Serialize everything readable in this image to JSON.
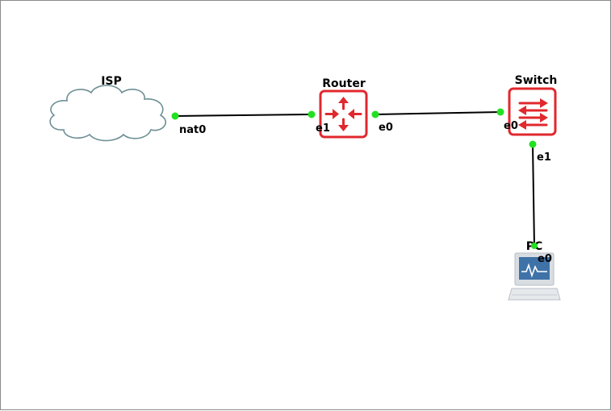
{
  "colors": {
    "link": "#000000",
    "port_dot": "#22e022",
    "cloud_stroke": "#6d8f95",
    "cloud_fill": "#ffffff",
    "device_red": "#e0282e",
    "pc_screen": "#3f73a8",
    "pc_body": "#d8dde2"
  },
  "nodes": {
    "isp": {
      "label": "ISP",
      "icon": "cloud-icon"
    },
    "router": {
      "label": "Router",
      "icon": "router-icon"
    },
    "switch": {
      "label": "Switch",
      "icon": "switch-icon"
    },
    "pc": {
      "label": "PC",
      "icon": "pc-icon"
    }
  },
  "ports": {
    "isp_nat0": "nat0",
    "router_e1": "e1",
    "router_e0": "e0",
    "switch_e0": "e0",
    "switch_e1": "e1",
    "pc_e0": "e0"
  },
  "links": [
    {
      "from": "ISP:nat0",
      "to": "Router:e1"
    },
    {
      "from": "Router:e0",
      "to": "Switch:e0"
    },
    {
      "from": "Switch:e1",
      "to": "PC:e0"
    }
  ]
}
